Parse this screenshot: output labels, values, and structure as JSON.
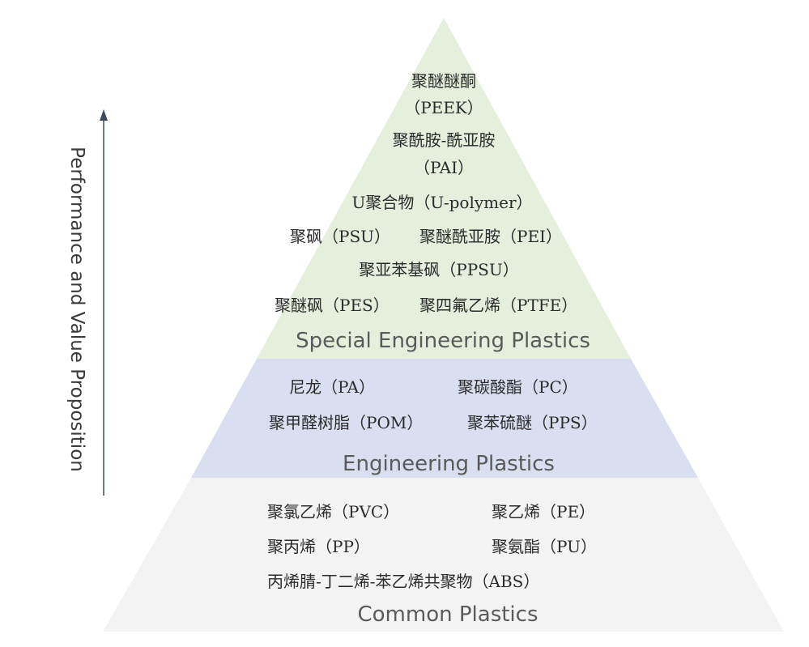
{
  "axis_label": "Performance and Value Proposition",
  "colors": {
    "special": "#e6efdb",
    "engineering": "#d9def0",
    "common": "#f3f3f3",
    "text": "#2b2b2b",
    "arrow": "#3d4a5c"
  },
  "tiers": {
    "special": {
      "title": "Special Engineering Plastics",
      "items": [
        "聚醚醚酮",
        "（PEEK）",
        "聚酰胺-酰亚胺",
        "（PAI）",
        "U聚合物（U-polymer）",
        "聚砜（PSU）",
        "聚醚酰亚胺（PEI）",
        "聚亚苯基砜（PPSU）",
        "聚醚砜（PES）",
        "聚四氟乙烯（PTFE）"
      ]
    },
    "engineering": {
      "title": "Engineering Plastics",
      "items": [
        "尼龙（PA）",
        "聚碳酸酯（PC）",
        "聚甲醛树脂（POM）",
        "聚苯硫醚（PPS）"
      ]
    },
    "common": {
      "title": "Common Plastics",
      "items": [
        "聚氯乙烯（PVC）",
        "聚乙烯（PE）",
        "聚丙烯（PP）",
        "聚氨酯（PU）",
        "丙烯腈-丁二烯-苯乙烯共聚物（ABS）"
      ]
    }
  }
}
